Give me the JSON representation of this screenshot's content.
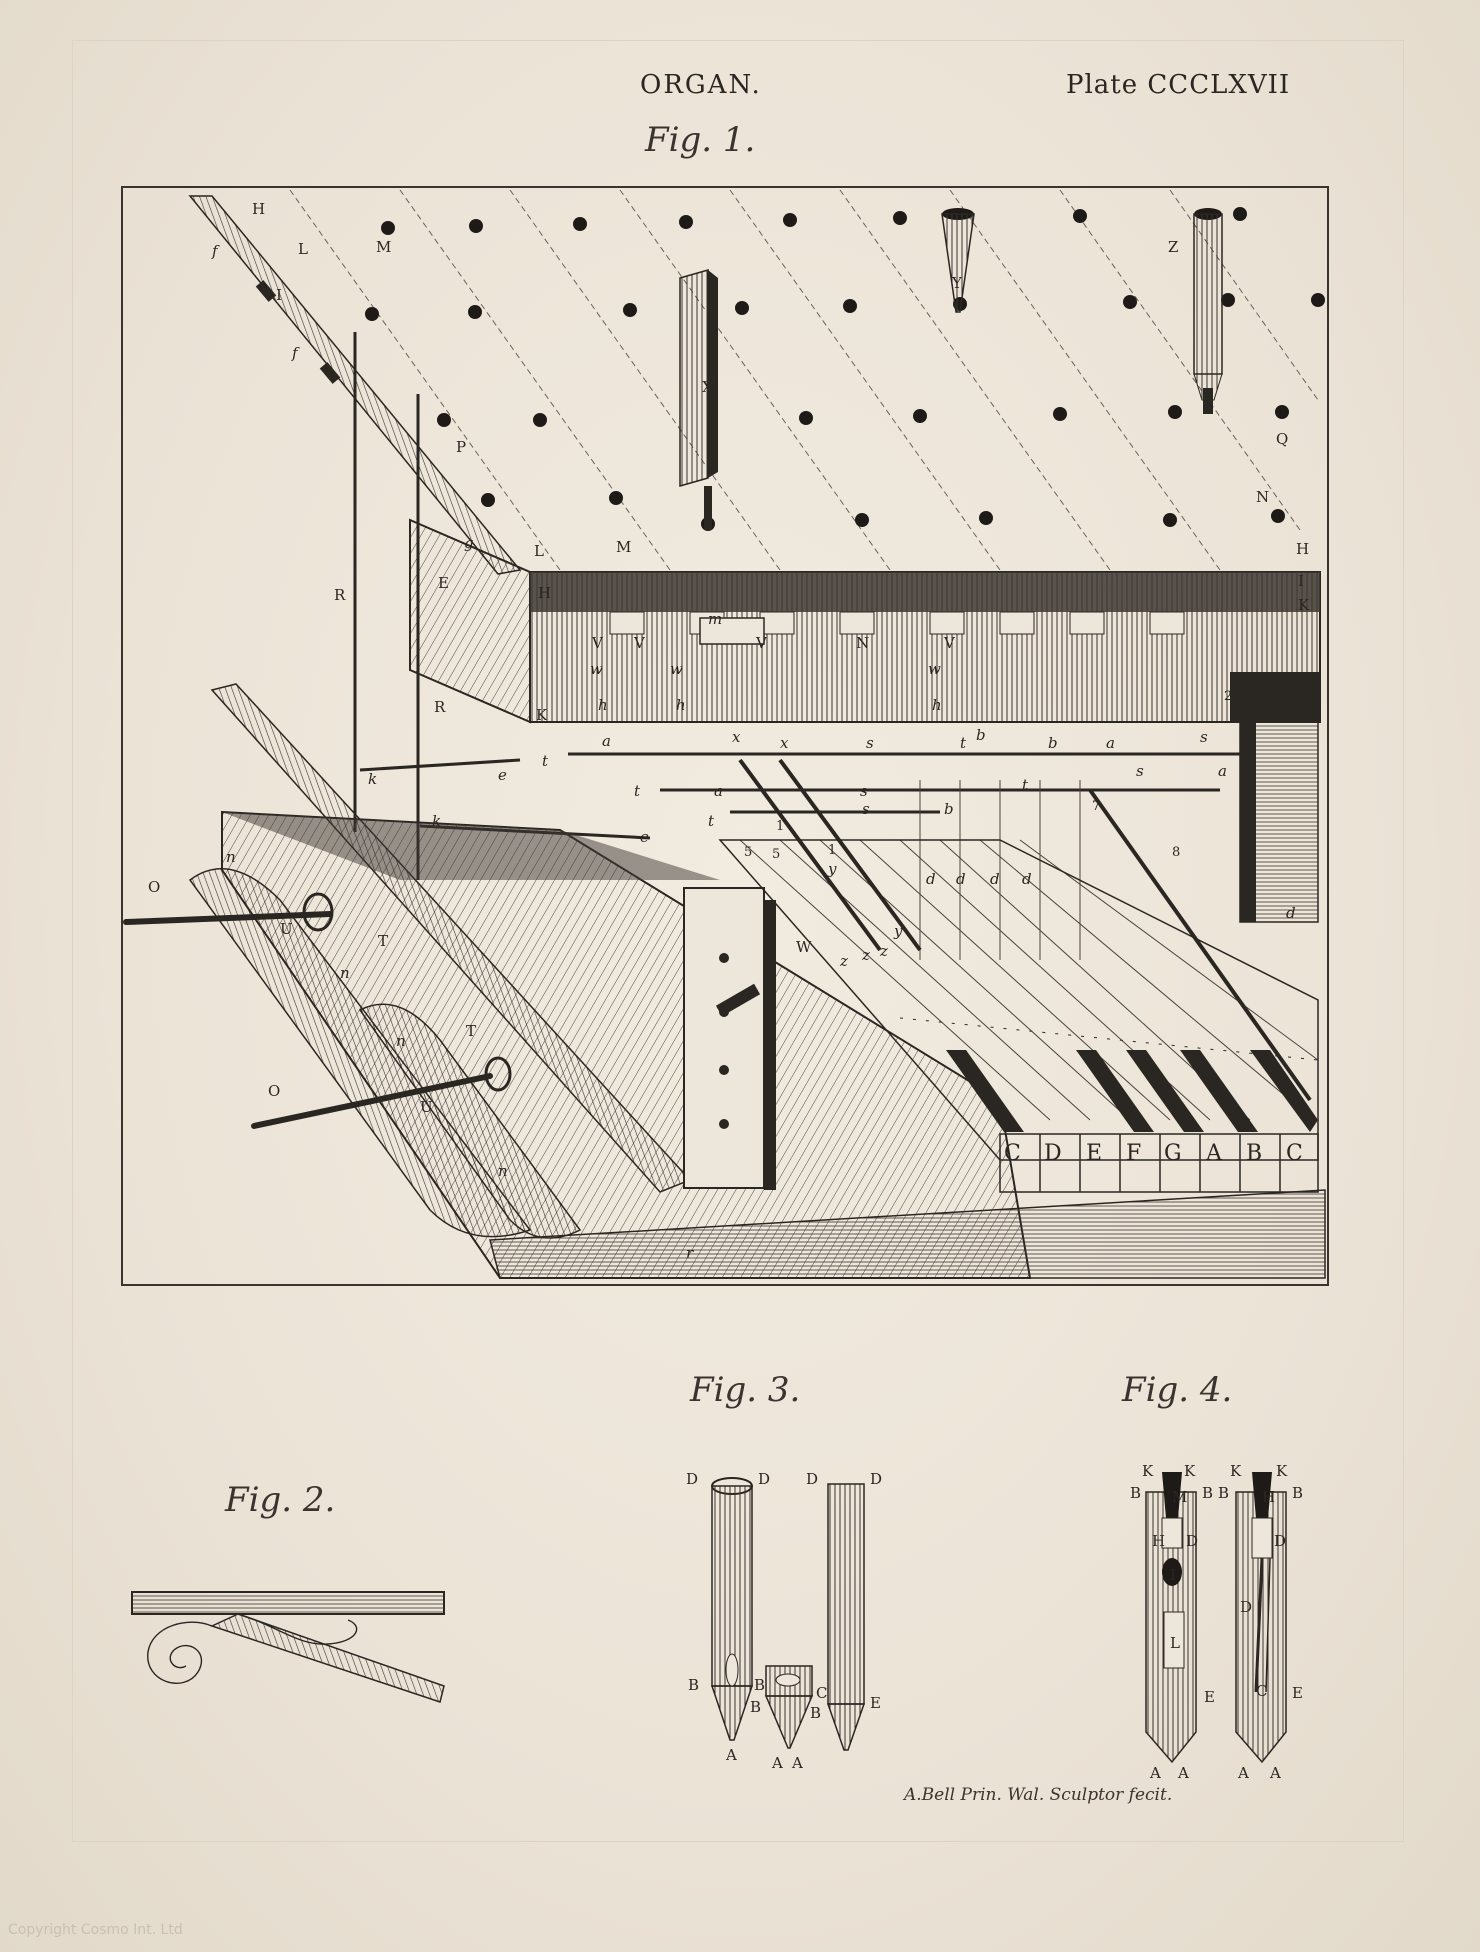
{
  "header": {
    "title": "ORGAN.",
    "plate": "Plate CCCLXVII"
  },
  "figures": {
    "fig1": "Fig. 1.",
    "fig2": "Fig. 2.",
    "fig3": "Fig. 3.",
    "fig4": "Fig. 4."
  },
  "fig1_labels": {
    "H": "H",
    "f": "f",
    "L": "L",
    "M": "M",
    "P": "P",
    "X": "X",
    "Y": "Y",
    "Z": "Z",
    "Q": "Q",
    "N": "N",
    "I": "I",
    "K": "K",
    "R": "R",
    "g": "g",
    "E": "E",
    "V": "V",
    "w": "w",
    "h": "h",
    "m": "m",
    "a": "a",
    "b": "b",
    "t": "t",
    "s": "s",
    "x": "x",
    "k": "k",
    "e": "e",
    "O": "O",
    "n": "n",
    "T": "T",
    "U": "U",
    "W": "W",
    "y": "y",
    "z": "z",
    "d": "d",
    "r": "r",
    "n1": "1",
    "n2": "2",
    "n5": "5",
    "n7": "7",
    "n8": "8"
  },
  "keys": [
    "C",
    "D",
    "E",
    "F",
    "G",
    "A",
    "B",
    "C"
  ],
  "fig3_labels": {
    "D": "D",
    "B": "B",
    "A": "A",
    "C": "C",
    "E": "E"
  },
  "fig4_labels": {
    "K": "K",
    "B": "B",
    "H": "H",
    "D": "D",
    "M": "M",
    "I": "I",
    "L": "L",
    "E": "E",
    "C": "C",
    "A": "A"
  },
  "engraver": "A.Bell Prin. Wal. Sculptor fecit.",
  "copyright": "Copyright Cosmo Int. Ltd"
}
